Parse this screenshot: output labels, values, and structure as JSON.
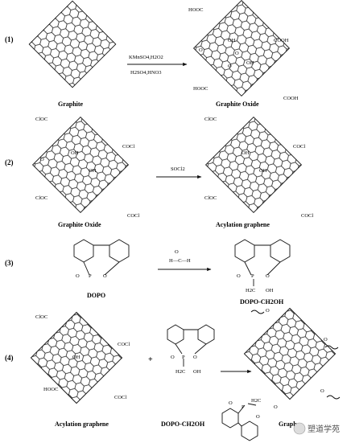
{
  "steps": [
    "(1)",
    "(2)",
    "(3)",
    "(4)"
  ],
  "row1": {
    "left_label": "Graphite",
    "right_label": "Graphite Oxide",
    "reagent_top": "KMnSO4,H2O2",
    "reagent_bottom": "H2SO4,HNO3",
    "groups": [
      "HOOC",
      "OH",
      "OH",
      "O",
      "O",
      "O",
      "COOH",
      "HOOC",
      "COOH"
    ]
  },
  "row2": {
    "left_label": "Graphite Oxide",
    "right_label": "Acylation graphene",
    "reagent": "SOCl2",
    "groups_left": [
      "ClOC",
      "COCl",
      "OH",
      "OH",
      "O",
      "ClOC",
      "COCl"
    ],
    "groups_right": [
      "ClOC",
      "COCl",
      "OH",
      "OH",
      "ClOC",
      "COCl"
    ]
  },
  "row3": {
    "left_label": "DOPO",
    "right_label": "DOPO-CH2OH",
    "reagent": "H—C—H",
    "reagent_o": "O",
    "left_atoms": [
      "O",
      "P",
      "O"
    ],
    "right_atoms": [
      "O",
      "P",
      "O",
      "H2C",
      "OH"
    ]
  },
  "row4": {
    "left_label": "Acylation graphene",
    "middle_label": "DOPO-CH2OH",
    "right_label": "Graph",
    "plus": "+",
    "groups_left": [
      "ClOC",
      "COCl",
      "OH",
      "HOOC",
      "COCl"
    ],
    "groups_right": [
      "O",
      "O",
      "O",
      "H2C",
      "O",
      "O",
      "P",
      "O"
    ]
  },
  "watermark": "塑道学苑"
}
